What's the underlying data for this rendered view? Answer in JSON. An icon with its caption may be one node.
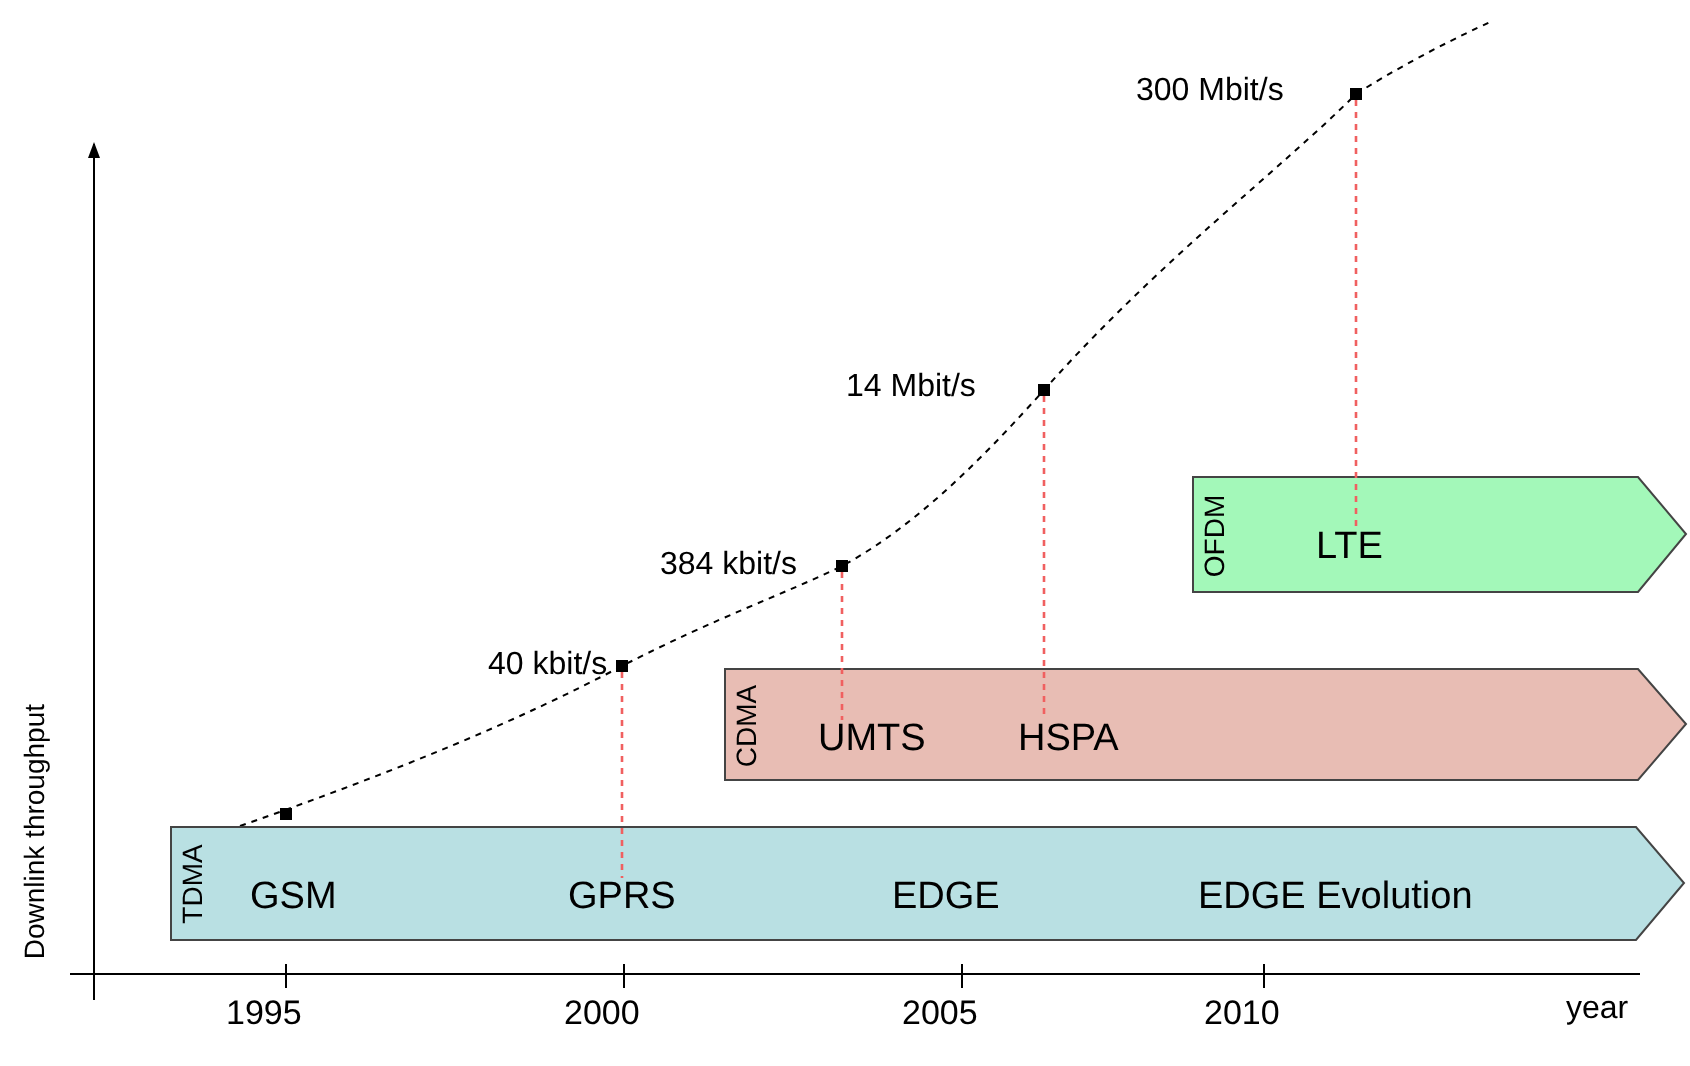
{
  "diagram": {
    "nodes": [
      {
        "text": [],
        "shape": "box",
        "beside": [
          "300 Mbit/s"
        ]
      },
      {
        "text": [],
        "shape": "box",
        "beside": [
          "14 Mbit/s"
        ]
      },
      {
        "text": [],
        "shape": "box",
        "beside": [
          "384 kbit/s"
        ]
      },
      {
        "text": [],
        "shape": "box",
        "beside": [
          "40 kbit/s"
        ]
      },
      {
        "text": [],
        "shape": "box"
      },
      {
        "text": [
          "OFDM"
        ]
      },
      {
        "text": [
          "LTE"
        ],
        "in": 5
      },
      {
        "text": [
          "CDMA"
        ]
      },
      {
        "text": [
          "UMTS"
        ],
        "in": 7
      },
      {
        "text": [
          "HSPA"
        ],
        "in": 7
      },
      {
        "text": [
          "TDMA"
        ]
      },
      {
        "text": [
          "GSM"
        ],
        "in": 10
      },
      {
        "text": [
          "GPRS"
        ],
        "in": 10
      },
      {
        "text": [
          "EDGE"
        ],
        "in": 10
      },
      {
        "text": [
          "EDGE Evolution"
        ],
        "in": 10
      }
    ],
    "edges": [
      {
        "from": 0,
        "to": 6,
        "arrow": "none",
        "style": "dashed",
        "color": "#f06060"
      },
      {
        "from": 1,
        "to": 9,
        "arrow": "none",
        "style": "dashed",
        "color": "#f06060"
      },
      {
        "from": 2,
        "to": 8,
        "arrow": "none",
        "style": "dashed",
        "color": "#f06060"
      },
      {
        "from": 3,
        "to": 12,
        "arrow": "none",
        "style": "dashed",
        "color": "#f06060"
      }
    ],
    "labels": [
      "Downlink throughput",
      "1995",
      "2000",
      "2005",
      "2010",
      "year"
    ]
  }
}
